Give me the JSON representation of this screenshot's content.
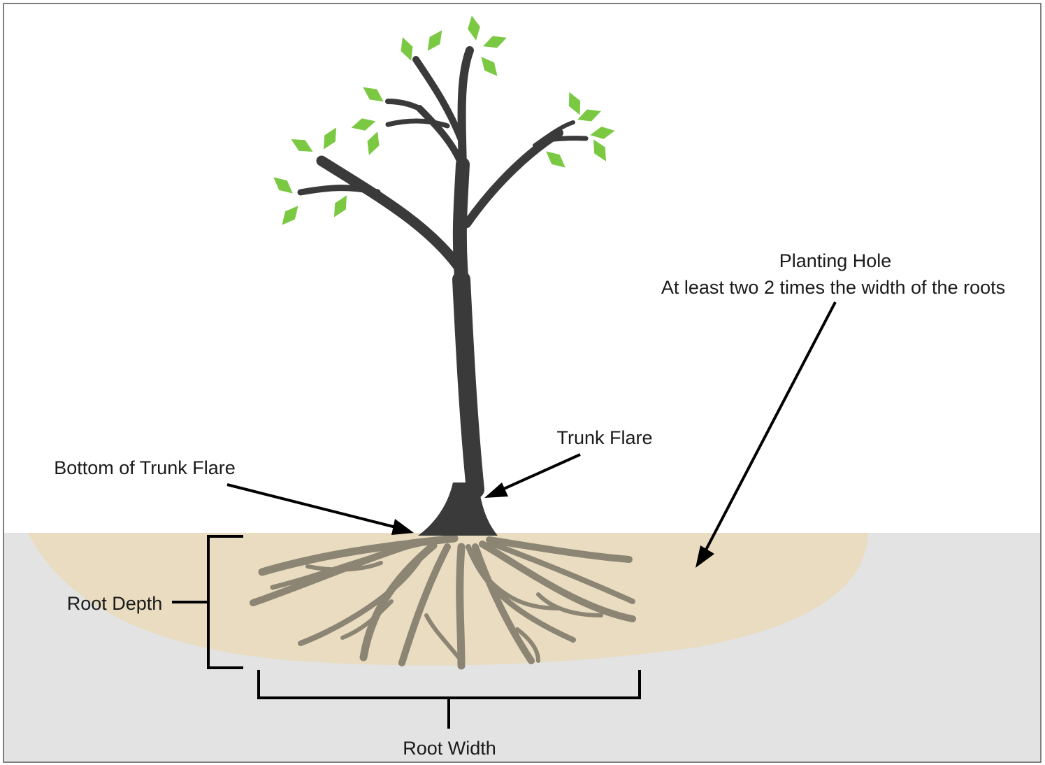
{
  "labels": {
    "planting_hole_title": "Planting Hole",
    "planting_hole_note": "At least two 2 times the width of the roots",
    "trunk_flare": "Trunk Flare",
    "bottom_of_trunk_flare": "Bottom of Trunk Flare",
    "root_depth": "Root Depth",
    "root_width": "Root Width"
  },
  "colors": {
    "background": "#ffffff",
    "ground": "#e3e3e3",
    "planting_hole": "#e9dcc0",
    "trunk": "#3a3a3a",
    "roots": "#8c8574",
    "leaves": "#7bc943",
    "annotation": "#000000"
  },
  "icons": [
    "tree-icon",
    "leaf-icon",
    "root-system-icon",
    "arrow-icon",
    "bracket-icon"
  ]
}
